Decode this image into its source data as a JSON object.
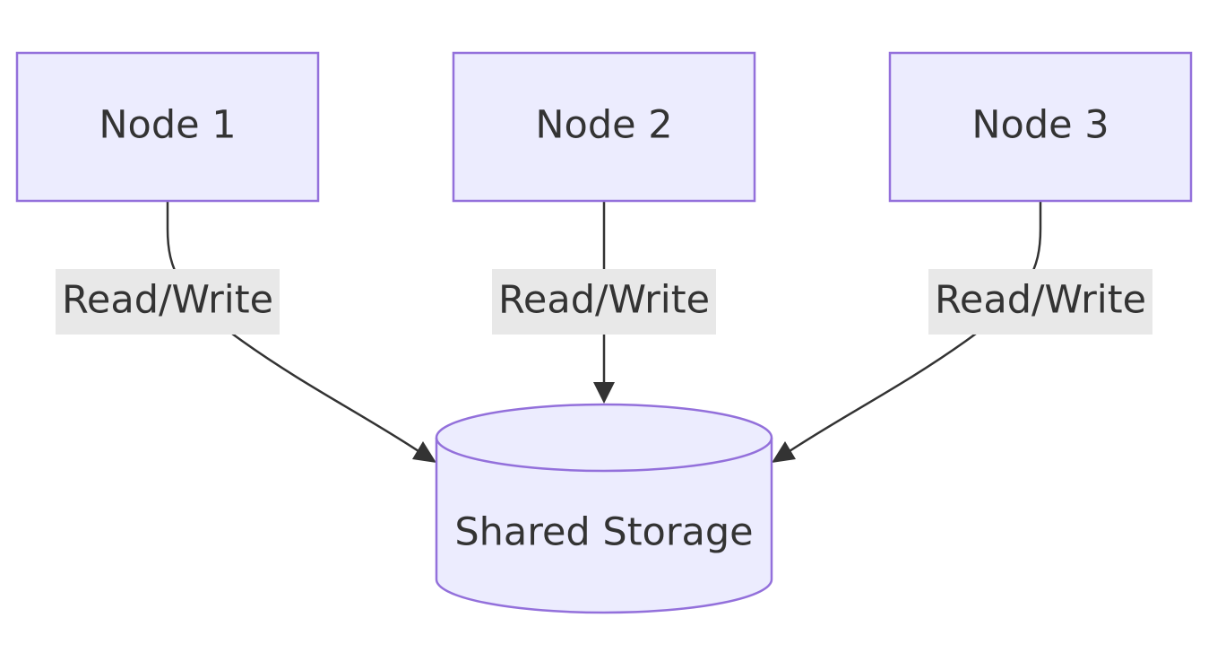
{
  "diagram": {
    "nodes": {
      "node1": {
        "label": "Node 1"
      },
      "node2": {
        "label": "Node 2"
      },
      "node3": {
        "label": "Node 3"
      },
      "storage": {
        "label": "Shared Storage"
      }
    },
    "edges": [
      {
        "from": "node1",
        "to": "storage",
        "label": "Read/Write"
      },
      {
        "from": "node2",
        "to": "storage",
        "label": "Read/Write"
      },
      {
        "from": "node3",
        "to": "storage",
        "label": "Read/Write"
      }
    ],
    "colors": {
      "node_fill": "#ececfe",
      "node_stroke": "#9370db",
      "edge": "#333333",
      "label_bg": "#e8e8e8",
      "text": "#333333"
    }
  }
}
